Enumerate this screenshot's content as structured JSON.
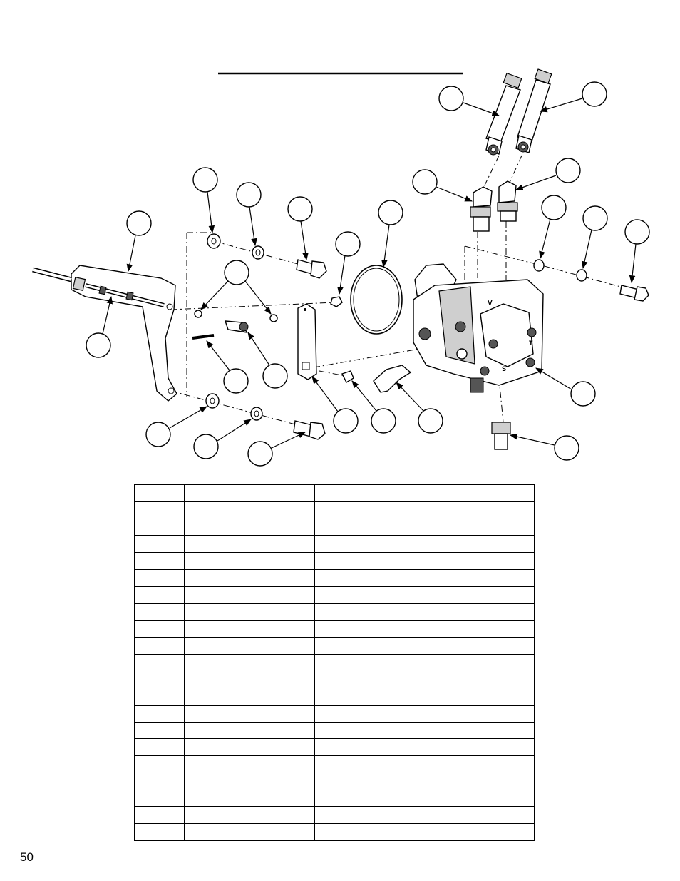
{
  "page": {
    "number": "50"
  },
  "diagram": {
    "port_labels": [
      "V",
      "T",
      "S"
    ]
  },
  "parts_table": {
    "rows": 21,
    "columns": 4
  }
}
